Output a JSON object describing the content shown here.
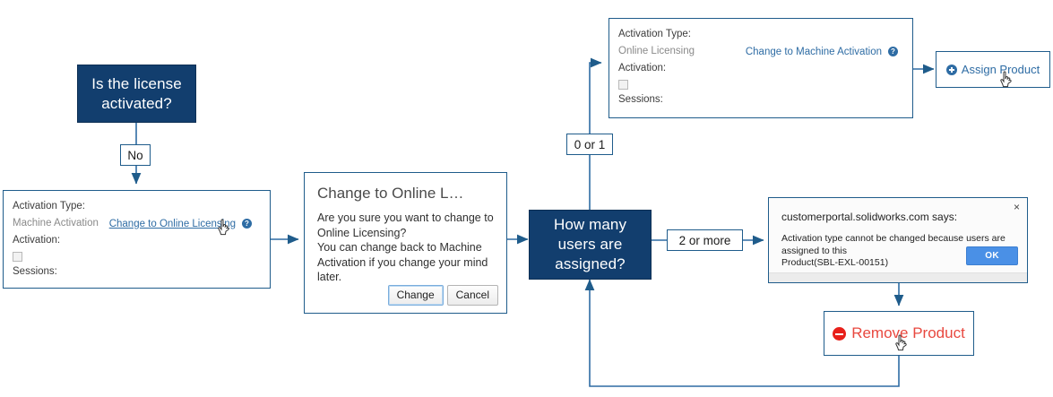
{
  "diagram": {
    "title": "SOLIDWORKS license activation type change flow",
    "colors": {
      "decision_fill": "#123E6E",
      "border_navy": "#1F5C8B",
      "link_blue": "#2E6CA4",
      "remove_red": "#E8483F",
      "ok_blue": "#4a90e6"
    }
  },
  "nodes": {
    "decision_activated": {
      "line1": "Is the license",
      "line2": "activated?"
    },
    "decision_users": {
      "line1": "How many",
      "line2": "users are",
      "line3": "assigned?"
    }
  },
  "edge_labels": {
    "no": "No",
    "zero_or_one": "0 or 1",
    "two_or_more": "2 or more"
  },
  "machine_panel": {
    "activation_type_label": "Activation Type:",
    "activation_type_value": "Machine Activation",
    "change_link": "Change to Online Licensing",
    "help_icon": "question-mark-icon",
    "activation_label": "Activation:",
    "sessions_label": "Sessions:"
  },
  "online_panel": {
    "activation_type_label": "Activation Type:",
    "activation_type_value": "Online Licensing",
    "change_link": "Change to Machine Activation",
    "help_icon": "question-mark-icon",
    "activation_label": "Activation:",
    "sessions_label": "Sessions:"
  },
  "confirm_modal": {
    "title": "Change to Online L…",
    "body_line1": "Are you sure you want to change to",
    "body_line2": "Online Licensing?",
    "body_line3": "You can change back to Machine",
    "body_line4": "Activation if you change your mind",
    "body_line5": "later.",
    "confirm_button": "Change",
    "cancel_button": "Cancel"
  },
  "browser_alert": {
    "host_says": "customerportal.solidworks.com says:",
    "message_line1": "Activation type cannot be changed because users are assigned to this",
    "message_line2": "Product(SBL-EXL-00151)",
    "ok_button": "OK",
    "close_button": "×"
  },
  "assign_button": {
    "label": "Assign Product",
    "icon": "circle-plus-icon"
  },
  "remove_button": {
    "label": "Remove Product",
    "icon": "circle-minus-icon"
  }
}
